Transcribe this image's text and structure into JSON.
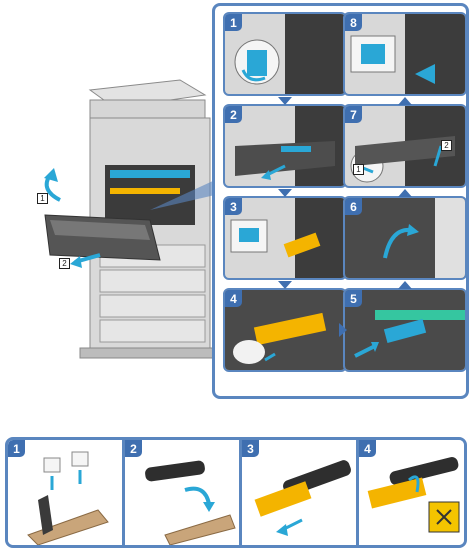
{
  "colors": {
    "accent": "#3f6fb0",
    "frame": "#5a86bf",
    "part_yellow": "#f4b400",
    "part_cyan": "#2aa7d6",
    "machine_gray": "#cfcfcf"
  },
  "machine": {
    "callouts": [
      "1",
      "2"
    ]
  },
  "grid_steps": [
    {
      "label": "1"
    },
    {
      "label": "8"
    },
    {
      "label": "2"
    },
    {
      "label": "7"
    },
    {
      "label": "3"
    },
    {
      "label": "6"
    },
    {
      "label": "4"
    },
    {
      "label": "5"
    }
  ],
  "step7_callouts": [
    "1",
    "2"
  ],
  "bottom_steps": [
    {
      "label": "1"
    },
    {
      "label": "2"
    },
    {
      "label": "3"
    },
    {
      "label": "4"
    }
  ],
  "icons": {
    "down": "arrow-down-icon",
    "up": "arrow-up-icon",
    "right": "arrow-right-icon",
    "no_touch": "no-touch-icon"
  }
}
